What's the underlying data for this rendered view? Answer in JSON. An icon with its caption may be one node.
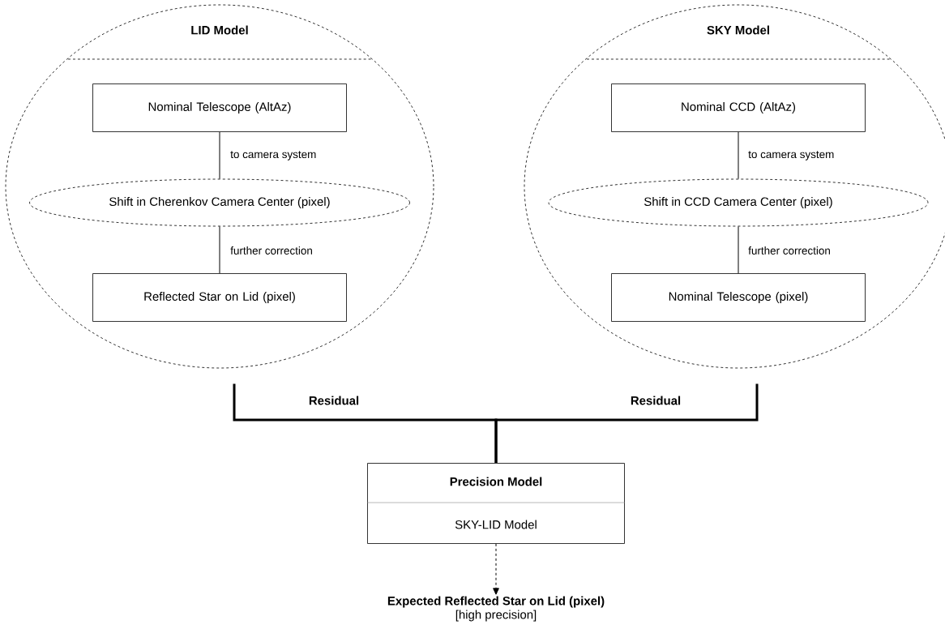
{
  "diagram": {
    "nodes": [
      {
        "text": [
          "LID Model"
        ]
      },
      {
        "text": [
          "Nominal Telescope (AltAz)"
        ],
        "in": 0
      },
      {
        "text": [
          "Shift in Cherenkov Camera Center (pixel)"
        ],
        "in": 0
      },
      {
        "text": [
          "Reflected Star on Lid (pixel)"
        ],
        "in": 0
      },
      {
        "text": [
          "SKY Model"
        ]
      },
      {
        "text": [
          "Nominal CCD (AltAz)"
        ],
        "in": 4
      },
      {
        "text": [
          "Shift in CCD Camera Center (pixel)"
        ],
        "in": 4
      },
      {
        "text": [
          "Nominal Telescope (pixel)"
        ],
        "in": 4
      },
      {
        "text": [
          "Precision Model",
          "SKY-LID Model"
        ]
      },
      {
        "text": [
          "Expected Reflected Star on Lid (pixel)",
          "[high precision]"
        ]
      }
    ],
    "edges": [
      {
        "from": 1,
        "to": 2,
        "arrow": "none",
        "label": "to camera system"
      },
      {
        "from": 2,
        "to": 3,
        "arrow": "none",
        "label": "further correction"
      },
      {
        "from": 5,
        "to": 6,
        "arrow": "none",
        "label": "to camera system"
      },
      {
        "from": 6,
        "to": 7,
        "arrow": "none",
        "label": "further correction"
      },
      {
        "from": 0,
        "to": 8,
        "arrow": "none",
        "label": "Residual",
        "style": "thick"
      },
      {
        "from": 4,
        "to": 8,
        "arrow": "none",
        "label": "Residual",
        "style": "thick"
      },
      {
        "from": 8,
        "to": 9,
        "arrow": "to",
        "style": "dashed"
      }
    ]
  }
}
